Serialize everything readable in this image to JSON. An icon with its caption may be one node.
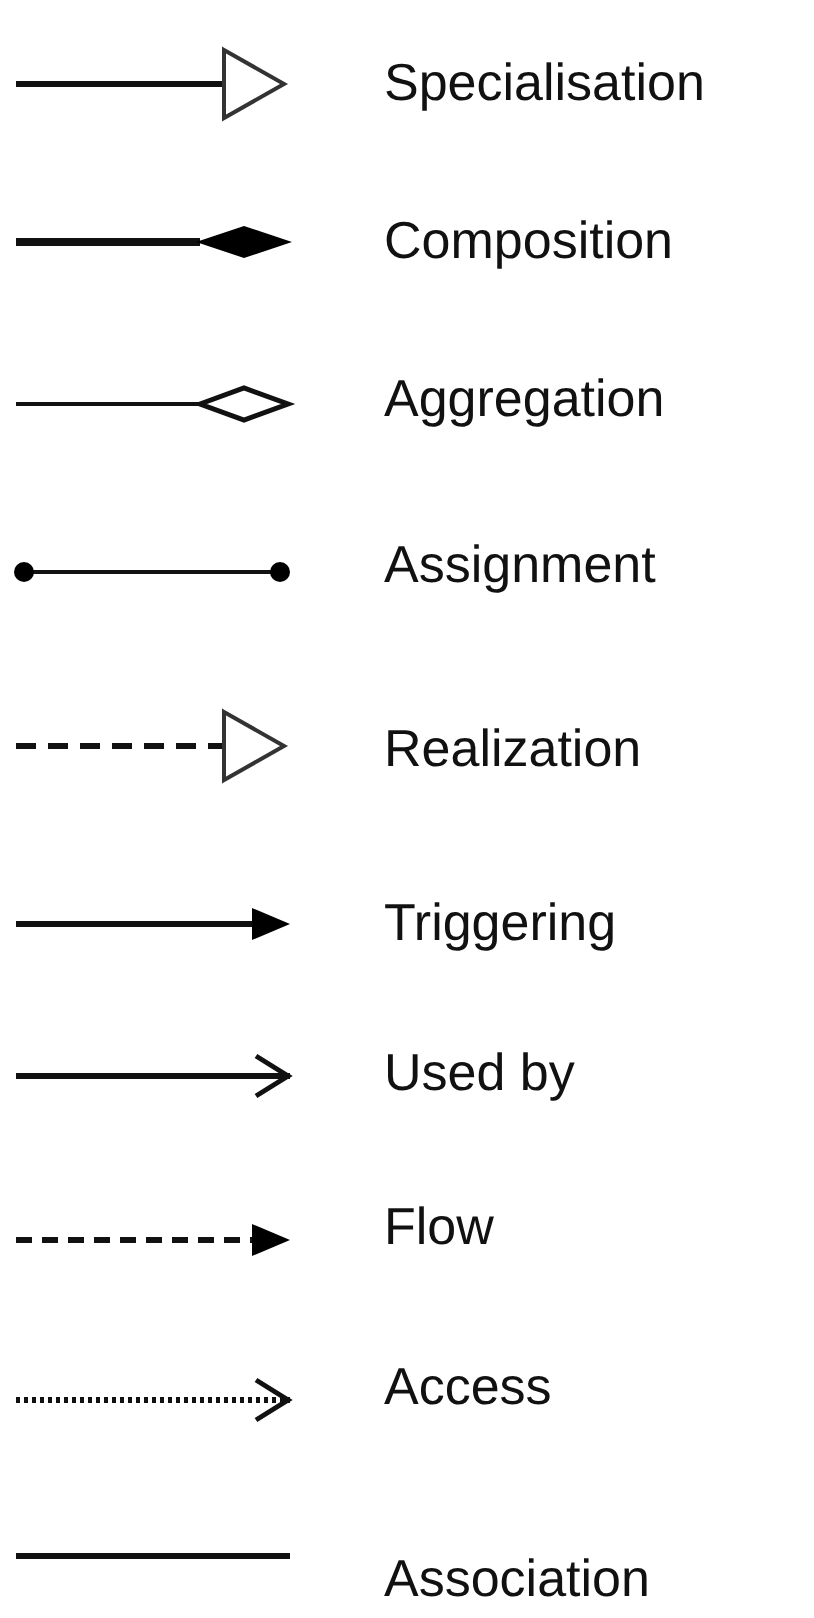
{
  "diagram": {
    "legend": [
      {
        "text": "Specialisation"
      },
      {
        "text": "Composition"
      },
      {
        "text": "Aggregation"
      },
      {
        "text": "Assignment"
      },
      {
        "text": "Realization"
      },
      {
        "text": "Triggering"
      },
      {
        "text": "Used by"
      },
      {
        "text": "Flow"
      },
      {
        "text": "Access"
      },
      {
        "text": "Association"
      }
    ]
  }
}
